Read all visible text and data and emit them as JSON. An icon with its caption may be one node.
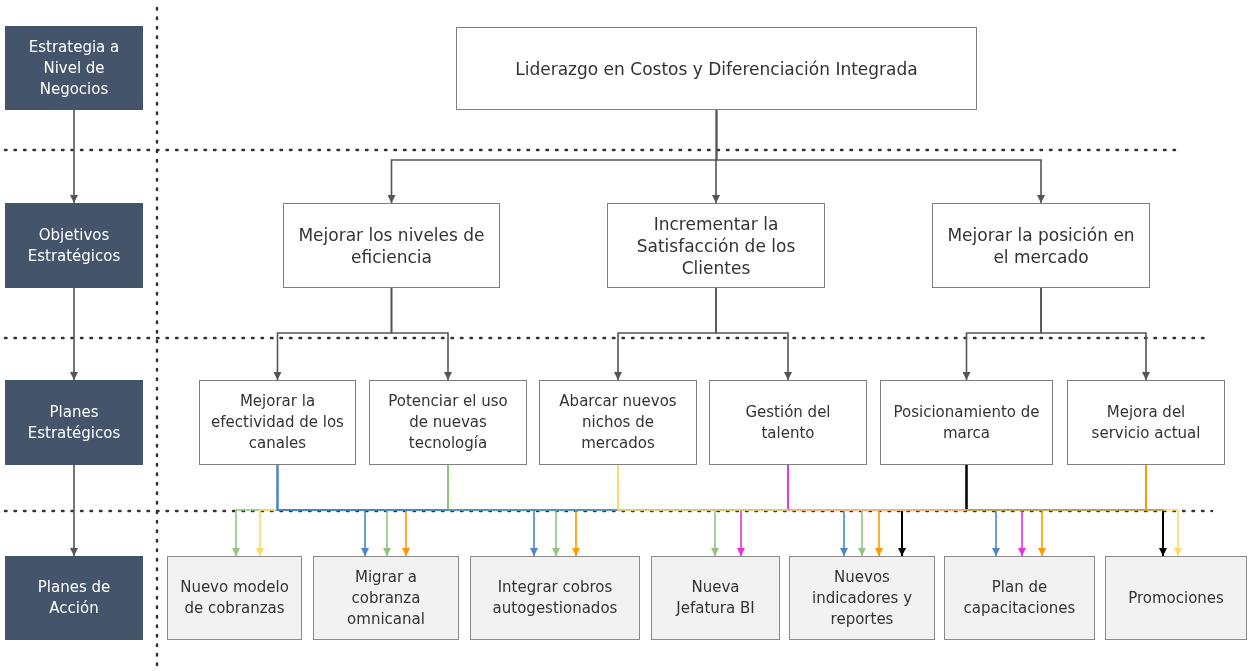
{
  "diagram": {
    "nodes": [
      {
        "text": [
          "Estrategia a Nivel de Negocios"
        ]
      },
      {
        "text": [
          "Objetivos Estratégicos"
        ]
      },
      {
        "text": [
          "Planes Estratégicos"
        ]
      },
      {
        "text": [
          "Planes de Acción"
        ]
      },
      {
        "text": [
          "Liderazgo en Costos y Diferenciación Integrada"
        ]
      },
      {
        "text": [
          "Mejorar los niveles de eficiencia"
        ]
      },
      {
        "text": [
          "Incrementar la Satisfacción de los Clientes"
        ]
      },
      {
        "text": [
          "Mejorar la posición en el mercado"
        ]
      },
      {
        "text": [
          "Mejorar la efectividad de los canales"
        ]
      },
      {
        "text": [
          "Potenciar el uso de nuevas tecnología"
        ]
      },
      {
        "text": [
          "Abarcar nuevos nichos de mercados"
        ]
      },
      {
        "text": [
          "Gestión del talento"
        ]
      },
      {
        "text": [
          "Posicionamiento de marca"
        ]
      },
      {
        "text": [
          "Mejora del servicio actual"
        ]
      },
      {
        "text": [
          "Nuevo modelo de cobranzas"
        ]
      },
      {
        "text": [
          "Migrar a cobranza omnicanal"
        ]
      },
      {
        "text": [
          "Integrar cobros autogestionados"
        ]
      },
      {
        "text": [
          "Nueva Jefatura BI"
        ]
      },
      {
        "text": [
          "Nuevos indicadores y reportes"
        ]
      },
      {
        "text": [
          "Plan de capacitaciones"
        ]
      },
      {
        "text": [
          "Promociones"
        ]
      }
    ],
    "edges": [
      {
        "from": 0,
        "to": 1,
        "arrow": "to"
      },
      {
        "from": 1,
        "to": 2,
        "arrow": "to"
      },
      {
        "from": 2,
        "to": 3,
        "arrow": "to"
      },
      {
        "from": 4,
        "to": 5,
        "arrow": "to"
      },
      {
        "from": 4,
        "to": 6,
        "arrow": "to"
      },
      {
        "from": 4,
        "to": 7,
        "arrow": "to"
      },
      {
        "from": 5,
        "to": 8,
        "arrow": "to"
      },
      {
        "from": 5,
        "to": 9,
        "arrow": "to"
      },
      {
        "from": 6,
        "to": 10,
        "arrow": "to"
      },
      {
        "from": 6,
        "to": 11,
        "arrow": "to"
      },
      {
        "from": 7,
        "to": 12,
        "arrow": "to"
      },
      {
        "from": 7,
        "to": 13,
        "arrow": "to"
      },
      {
        "from": 9,
        "to": 14,
        "arrow": "to",
        "color": "#93c47d"
      },
      {
        "from": 10,
        "to": 14,
        "arrow": "to",
        "color": "#ffd966"
      },
      {
        "from": 8,
        "to": 15,
        "arrow": "to",
        "color": "#4a86c8"
      },
      {
        "from": 9,
        "to": 15,
        "arrow": "to",
        "color": "#93c47d"
      },
      {
        "from": 13,
        "to": 15,
        "arrow": "to",
        "color": "#ff9900"
      },
      {
        "from": 8,
        "to": 16,
        "arrow": "to",
        "color": "#4a86c8"
      },
      {
        "from": 9,
        "to": 16,
        "arrow": "to",
        "color": "#93c47d"
      },
      {
        "from": 13,
        "to": 16,
        "arrow": "to",
        "color": "#ff9900"
      },
      {
        "from": 9,
        "to": 17,
        "arrow": "to",
        "color": "#93c47d"
      },
      {
        "from": 11,
        "to": 17,
        "arrow": "to",
        "color": "#e62ee6"
      },
      {
        "from": 8,
        "to": 18,
        "arrow": "to",
        "color": "#4a86c8"
      },
      {
        "from": 9,
        "to": 18,
        "arrow": "to",
        "color": "#93c47d"
      },
      {
        "from": 13,
        "to": 18,
        "arrow": "to",
        "color": "#ff9900"
      },
      {
        "from": 12,
        "to": 18,
        "arrow": "to",
        "color": "#000000"
      },
      {
        "from": 8,
        "to": 19,
        "arrow": "to",
        "color": "#4a86c8"
      },
      {
        "from": 11,
        "to": 19,
        "arrow": "to",
        "color": "#e62ee6"
      },
      {
        "from": 13,
        "to": 19,
        "arrow": "to",
        "color": "#ff9900"
      },
      {
        "from": 12,
        "to": 20,
        "arrow": "to",
        "color": "#000000"
      },
      {
        "from": 10,
        "to": 20,
        "arrow": "to",
        "color": "#ffd966"
      }
    ]
  }
}
